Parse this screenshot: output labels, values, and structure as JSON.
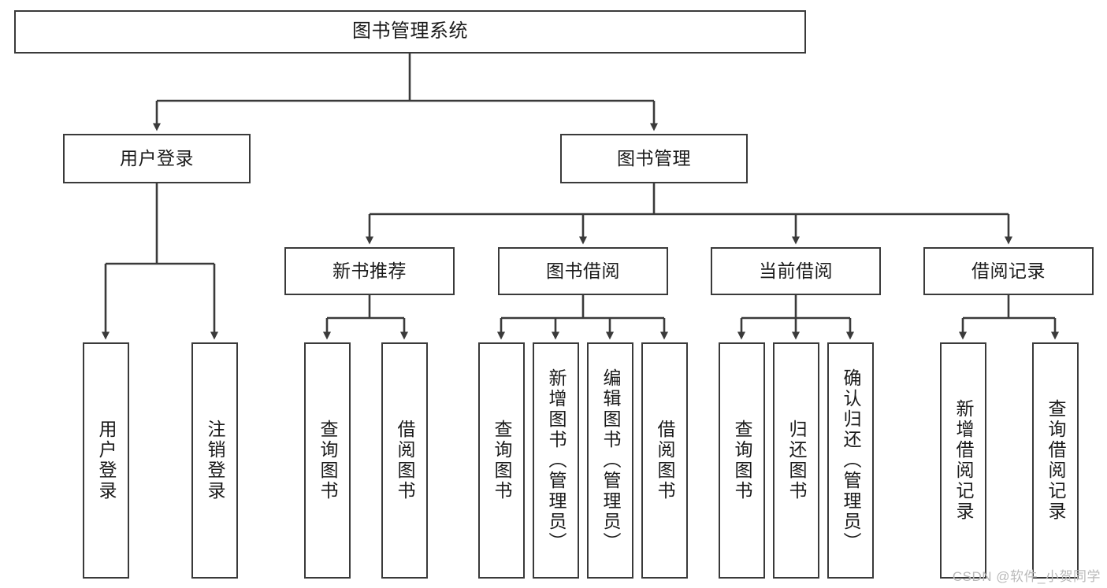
{
  "diagram": {
    "type": "tree",
    "title": "图书管理系统",
    "watermark": "CSDN @软件_小贺同学",
    "colors": {
      "stroke": "#3a3a3a",
      "fill": "#ffffff",
      "text": "#1a1a1a",
      "watermark": "#b9b9b9"
    },
    "nodes": {
      "root": {
        "label": "图书管理系统"
      },
      "level2": [
        {
          "label": "用户登录"
        },
        {
          "label": "图书管理"
        }
      ],
      "level3": [
        {
          "label": "新书推荐"
        },
        {
          "label": "图书借阅"
        },
        {
          "label": "当前借阅"
        },
        {
          "label": "借阅记录"
        }
      ],
      "leaves_user_login": [
        {
          "label": "用户登录"
        },
        {
          "label": "注销登录"
        }
      ],
      "leaves_new_books": [
        {
          "label": "查询图书"
        },
        {
          "label": "借阅图书"
        }
      ],
      "leaves_borrow": [
        {
          "label": "查询图书"
        },
        {
          "label": "新增图书（管理员）"
        },
        {
          "label": "编辑图书（管理员）"
        },
        {
          "label": "借阅图书"
        }
      ],
      "leaves_current": [
        {
          "label": "查询图书"
        },
        {
          "label": "归还图书"
        },
        {
          "label": "确认归还（管理员）"
        }
      ],
      "leaves_records": [
        {
          "label": "新增借阅记录"
        },
        {
          "label": "查询借阅记录"
        }
      ]
    }
  }
}
